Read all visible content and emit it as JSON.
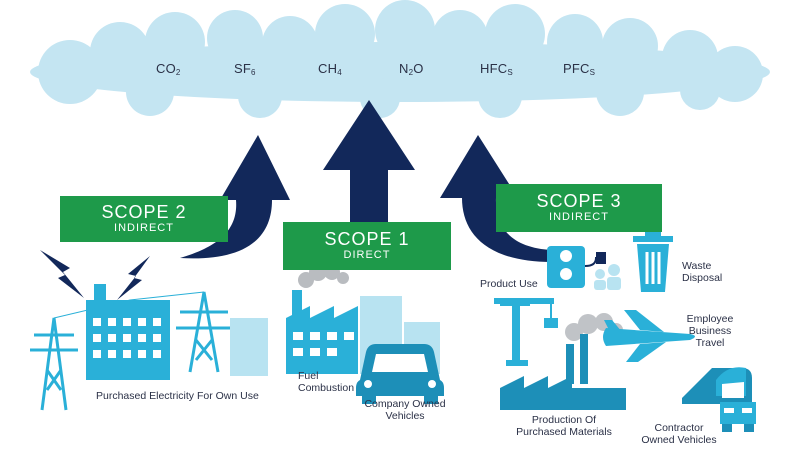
{
  "gases": [
    {
      "base": "CO",
      "sub": "2"
    },
    {
      "base": "SF",
      "sub": "6"
    },
    {
      "base": "CH",
      "sub": "4"
    },
    {
      "base": "N",
      "sub": "2",
      "tail": "O"
    },
    {
      "base": "HFC",
      "sub": "S"
    },
    {
      "base": "PFC",
      "sub": "S"
    }
  ],
  "scopes": {
    "scope1": {
      "title": "SCOPE 1",
      "subtitle": "DIRECT"
    },
    "scope2": {
      "title": "SCOPE 2",
      "subtitle": "INDIRECT"
    },
    "scope3": {
      "title": "SCOPE 3",
      "subtitle": "INDIRECT"
    }
  },
  "labels": {
    "purchased_electricity": "Purchased Electricity For Own Use",
    "fuel_combustion": [
      "Fuel",
      "Combustion"
    ],
    "company_vehicles": [
      "Company Owned",
      "Vehicles"
    ],
    "product_use": "Product Use",
    "waste_disposal": [
      "Waste",
      "Disposal"
    ],
    "employee_travel": [
      "Employee",
      "Business",
      "Travel"
    ],
    "production_materials": [
      "Production Of",
      "Purchased Materials"
    ],
    "contractor_vehicles": [
      "Contractor",
      "Owned Vehicles"
    ]
  },
  "colors": {
    "cloud": "#c4e5f2",
    "arrow": "#12285a",
    "scope_box": "#1e9a4a",
    "icon_blue": "#2ab0d8",
    "icon_dark": "#1d8fb8",
    "light_blue": "#b8e3f1",
    "text": "#2b3147"
  }
}
